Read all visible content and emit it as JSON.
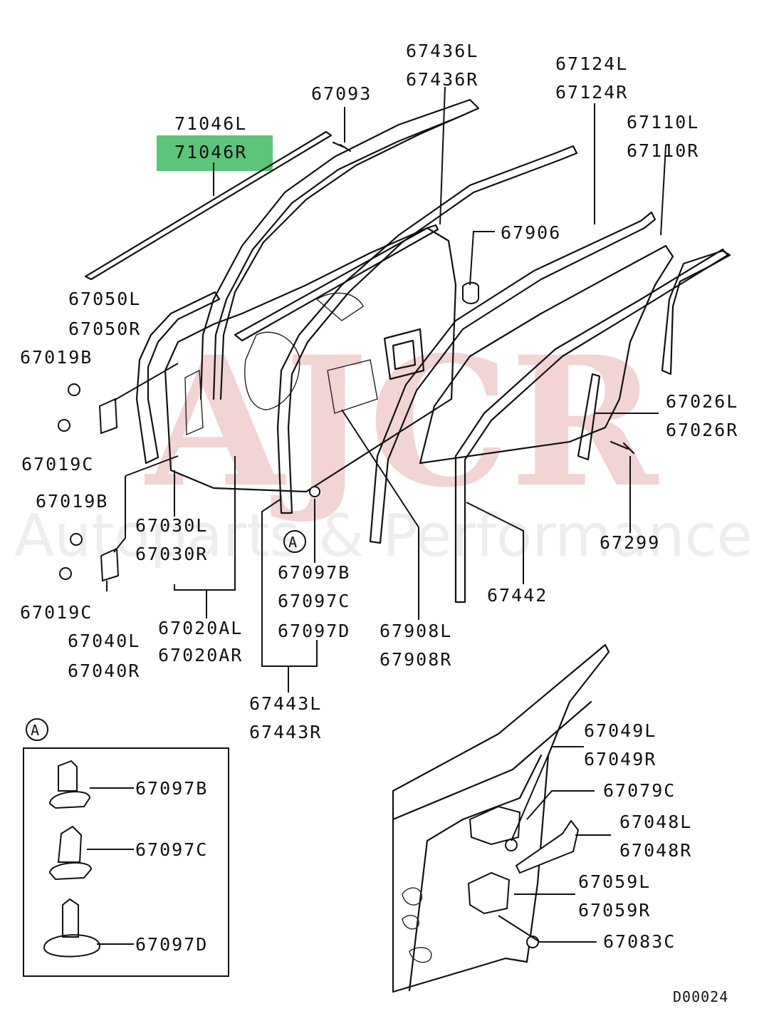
{
  "diagram": {
    "code": "D00024",
    "highlight_color": "#5cc57a",
    "watermark": {
      "logo": "AJCR",
      "tagline": "Autoparts & Performance",
      "color": "#e9b2b2"
    },
    "detail_marker": "A",
    "labels": {
      "l71046L": "71046L",
      "l71046R": "71046R",
      "l67093": "67093",
      "l67436L": "67436L",
      "l67436R": "67436R",
      "l67124L": "67124L",
      "l67124R": "67124R",
      "l67110L": "67110L",
      "l67110R": "67110R",
      "l67906": "67906",
      "l67050L": "67050L",
      "l67050R": "67050R",
      "l67019B_1": "67019B",
      "l67019C_1": "67019C",
      "l67019B_2": "67019B",
      "l67019C_2": "67019C",
      "l67030L": "67030L",
      "l67030R": "67030R",
      "l67040L": "67040L",
      "l67040R": "67040R",
      "l67020AL": "67020AL",
      "l67020AR": "67020AR",
      "l67097B": "67097B",
      "l67097C": "67097C",
      "l67097D": "67097D",
      "l67443L": "67443L",
      "l67443R": "67443R",
      "l67908L": "67908L",
      "l67908R": "67908R",
      "l67442": "67442",
      "l67026L": "67026L",
      "l67026R": "67026R",
      "l67299": "67299",
      "l67049L": "67049L",
      "l67049R": "67049R",
      "l67079C": "67079C",
      "l67048L": "67048L",
      "l67048R": "67048R",
      "l67059L": "67059L",
      "l67059R": "67059R",
      "l67083C": "67083C",
      "detail_67097B": "67097B",
      "detail_67097C": "67097C",
      "detail_67097D": "67097D"
    }
  }
}
